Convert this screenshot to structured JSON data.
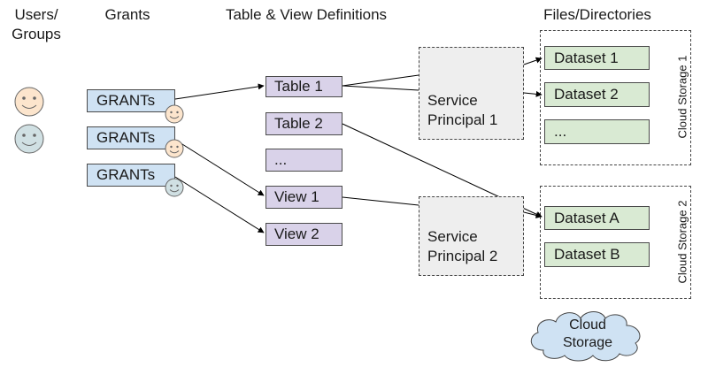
{
  "headers": {
    "users_groups": "Users/\nGroups",
    "grants": "Grants",
    "definitions": "Table & View Definitions",
    "files": "Files/Directories"
  },
  "grants": [
    "GRANTs",
    "GRANTs",
    "GRANTs"
  ],
  "tables": {
    "table1": "Table 1",
    "table2": "Table 2",
    "more": "...",
    "view1": "View 1",
    "view2": "View 2"
  },
  "service_principals": {
    "sp1": "Service\nPrincipal 1",
    "sp2": "Service\nPrincipal 2"
  },
  "storage1": {
    "label": "Cloud Storage 1",
    "datasets": [
      "Dataset 1",
      "Dataset 2",
      "..."
    ]
  },
  "storage2": {
    "label": "Cloud Storage 2",
    "datasets": [
      "Dataset A",
      "Dataset B"
    ]
  },
  "cloud": {
    "label": "Cloud\nStorage"
  },
  "colors": {
    "user_face": "#fce5cd",
    "group_face": "#d0e0e3",
    "grant_fill": "#cfe2f3",
    "table_fill": "#d9d2e9",
    "dataset_fill": "#d9ead3",
    "principal_fill": "#eeeeee",
    "cloud_fill": "#cfe2f3"
  }
}
